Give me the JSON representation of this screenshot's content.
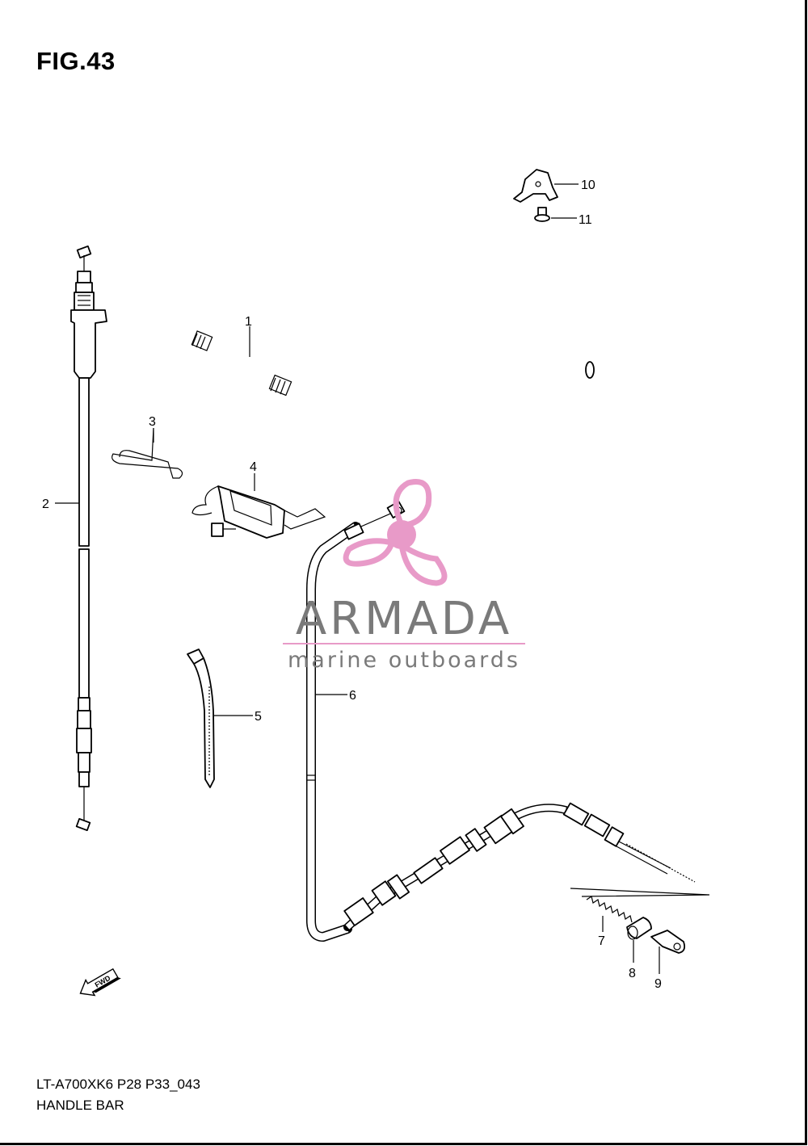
{
  "figure": {
    "title": "FIG.43"
  },
  "callouts": [
    {
      "id": "1",
      "label": "1"
    },
    {
      "id": "2",
      "label": "2"
    },
    {
      "id": "3",
      "label": "3"
    },
    {
      "id": "4",
      "label": "4"
    },
    {
      "id": "5",
      "label": "5"
    },
    {
      "id": "6",
      "label": "6"
    },
    {
      "id": "7",
      "label": "7"
    },
    {
      "id": "8",
      "label": "8"
    },
    {
      "id": "9",
      "label": "9"
    },
    {
      "id": "10",
      "label": "10"
    },
    {
      "id": "11",
      "label": "11"
    }
  ],
  "fwd_arrow": {
    "label": "FWD"
  },
  "watermark": {
    "brand": "ARMADA",
    "tagline": "marine outboards",
    "color": "#e89ac8",
    "text_color": "#7a7a7a"
  },
  "footer": {
    "model_code": "LT-A700XK6 P28 P33_043",
    "section_name": "HANDLE BAR"
  }
}
